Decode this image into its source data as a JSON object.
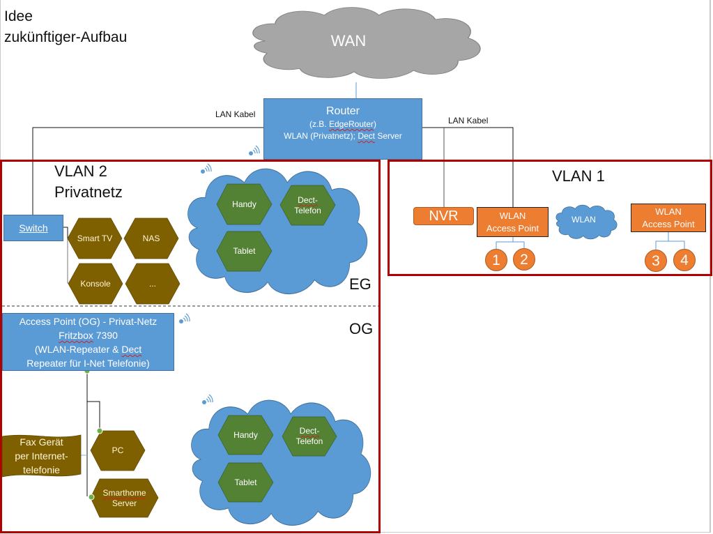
{
  "title": {
    "line1": "Idee",
    "line2": "zukünftiger-Aufbau"
  },
  "wan": {
    "label": "WAN"
  },
  "router": {
    "title": "Router",
    "line2_prefix": "(z.B. ",
    "line2_word": "EdgeRouter",
    "line2_suffix": ")",
    "line3_prefix": "WLAN (Privatnetz); ",
    "line3_word": "Dect",
    "line3_suffix": " Server"
  },
  "cables": {
    "left": "LAN Kabel",
    "right": "LAN Kabel"
  },
  "vlan2": {
    "title_line1": "VLAN 2",
    "title_line2": "Privatnetz",
    "switch_label": "Switch",
    "wired_devices": [
      "Smart TV",
      "NAS",
      "Konsole",
      "..."
    ],
    "eg_label": "EG",
    "og_label": "OG",
    "eg_wireless": {
      "handy": "Handy",
      "dect_line1": "Dect-",
      "dect_line2": "Telefon",
      "tablet": "Tablet"
    },
    "access_point": {
      "line1": "Access Point (OG) - Privat-Netz",
      "line2_word": "Fritzbox",
      "line2_suffix": " 7390",
      "line3_prefix": "(WLAN-Repeater & ",
      "line3_word": "Dect",
      "line4": "Repeater für I-Net Telefonie)"
    },
    "fax": {
      "line1": "Fax Gerät",
      "line2": "per Internet-",
      "line3": "telefonie"
    },
    "og_wired": {
      "pc": "PC",
      "smarthome_line1": "Smarthome",
      "smarthome_line2": "Server"
    },
    "og_wireless": {
      "handy": "Handy",
      "dect_line1": "Dect-",
      "dect_line2": "Telefon",
      "tablet": "Tablet"
    }
  },
  "vlan1": {
    "title": "VLAN 1",
    "nvr": "NVR",
    "ap1": {
      "line1": "WLAN",
      "line2": "Access Point"
    },
    "wlan_cloud": "WLAN",
    "ap2": {
      "line1": "WLAN",
      "line2": "Access Point"
    },
    "cameras": [
      "1",
      "2",
      "3",
      "4"
    ]
  },
  "colors": {
    "vlan_border": "#b00000",
    "blue": "#5b9bd5",
    "orange": "#ed7d31",
    "brown": "#7f6000",
    "green": "#548235",
    "gray_cloud": "#a6a6a6",
    "connector_dot": "#70ad47"
  }
}
